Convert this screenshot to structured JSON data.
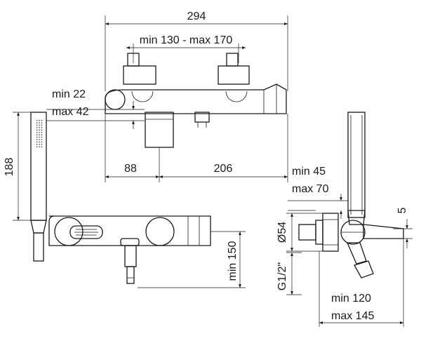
{
  "dimensions": {
    "overall_width": "294",
    "spacing_range": "min 130 - max 170",
    "wall_depth_min": "min 22",
    "wall_depth_max": "max 42",
    "left_offset": "88",
    "right_offset": "206",
    "shower_height": "188",
    "spout_height": "min 150",
    "depth_min": "min 45",
    "depth_max": "max 70",
    "flange_diameter": "Ø54",
    "thread": "G1/2\"",
    "projection_min": "min 120",
    "projection_max": "max 145",
    "spout_angle": "5"
  }
}
